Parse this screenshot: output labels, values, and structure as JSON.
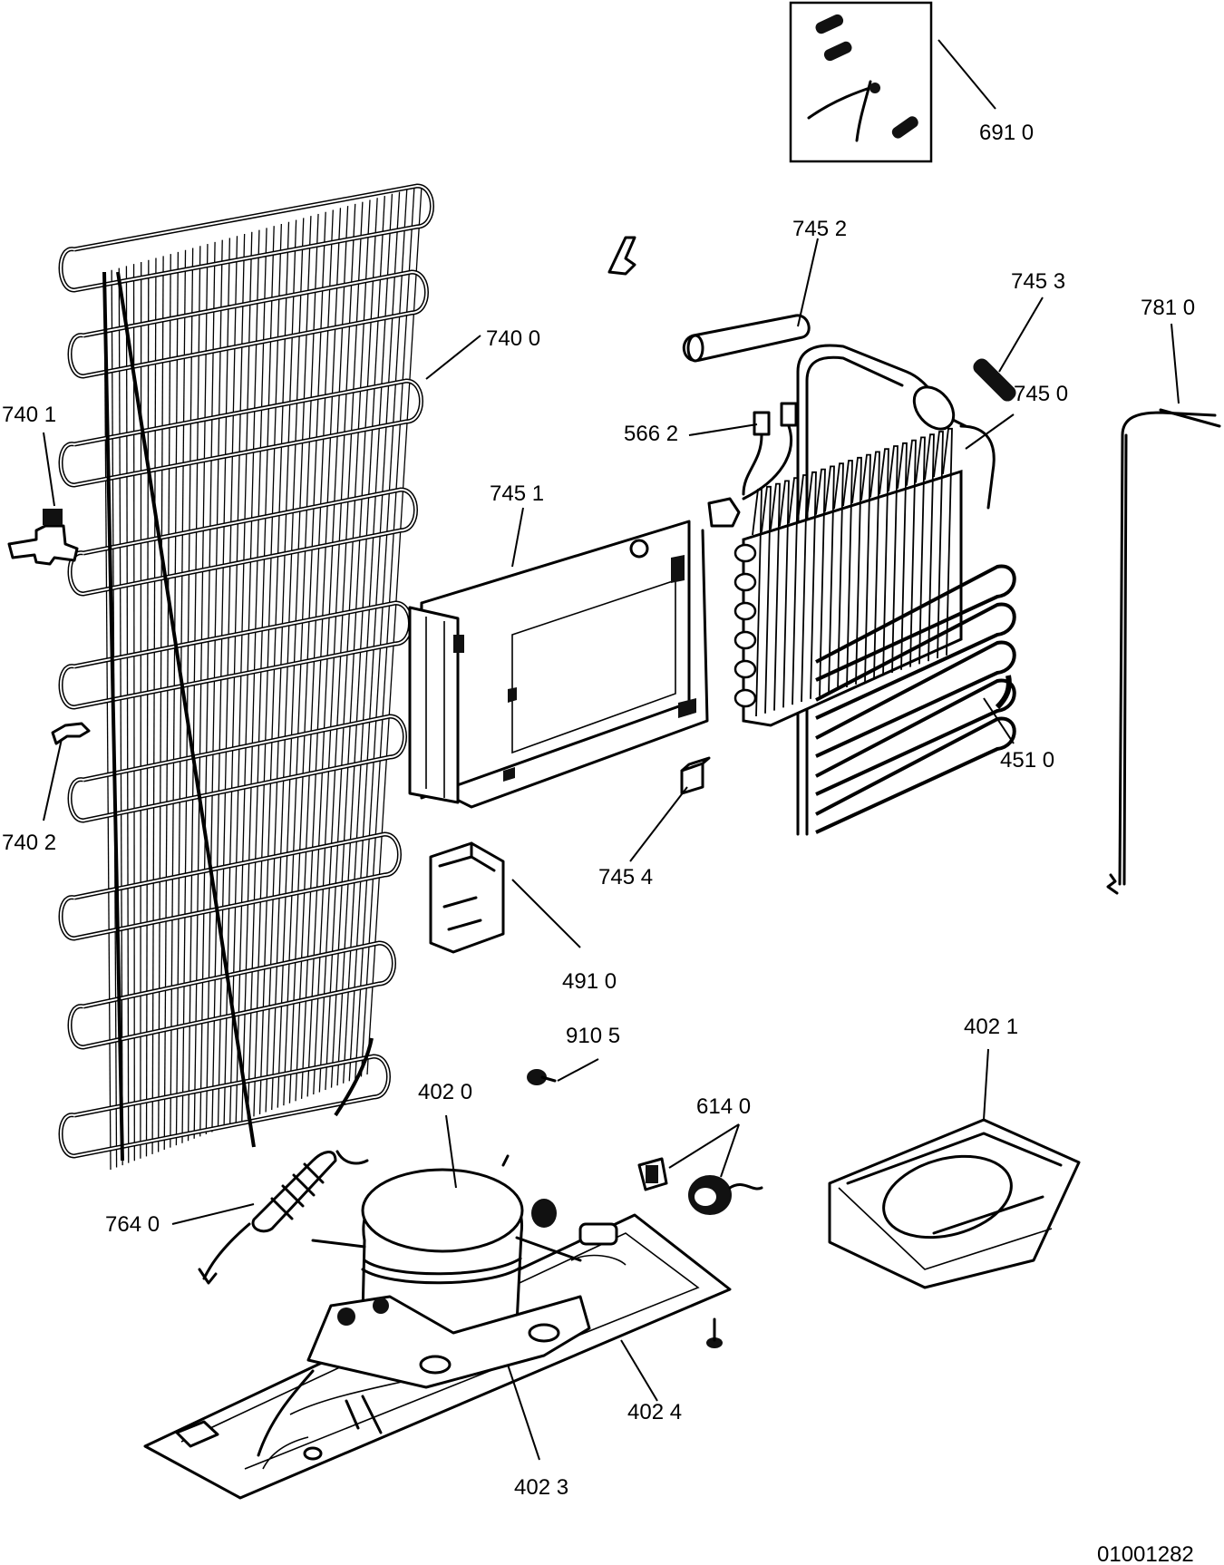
{
  "diagram": {
    "doc_code": "01001282",
    "labels": [
      {
        "id": "691-0",
        "text": "691 0"
      },
      {
        "id": "745-2",
        "text": "745 2"
      },
      {
        "id": "745-3",
        "text": "745  3"
      },
      {
        "id": "781-0",
        "text": "781  0"
      },
      {
        "id": "740-0",
        "text": "740 0"
      },
      {
        "id": "745-0",
        "text": "745 0"
      },
      {
        "id": "740-1",
        "text": "740 1"
      },
      {
        "id": "566-2",
        "text": "566  2"
      },
      {
        "id": "745-1",
        "text": "745 1"
      },
      {
        "id": "451-0",
        "text": "451 0"
      },
      {
        "id": "740-2",
        "text": "740 2"
      },
      {
        "id": "745-4",
        "text": "745 4"
      },
      {
        "id": "491-0",
        "text": "491  0"
      },
      {
        "id": "910-5",
        "text": "910 5"
      },
      {
        "id": "402-1",
        "text": "402  1"
      },
      {
        "id": "402-0",
        "text": "402 0"
      },
      {
        "id": "614-0",
        "text": "614  0"
      },
      {
        "id": "764-0",
        "text": "764 0"
      },
      {
        "id": "402-4",
        "text": "402  4"
      },
      {
        "id": "402-3",
        "text": "402 3"
      }
    ]
  }
}
